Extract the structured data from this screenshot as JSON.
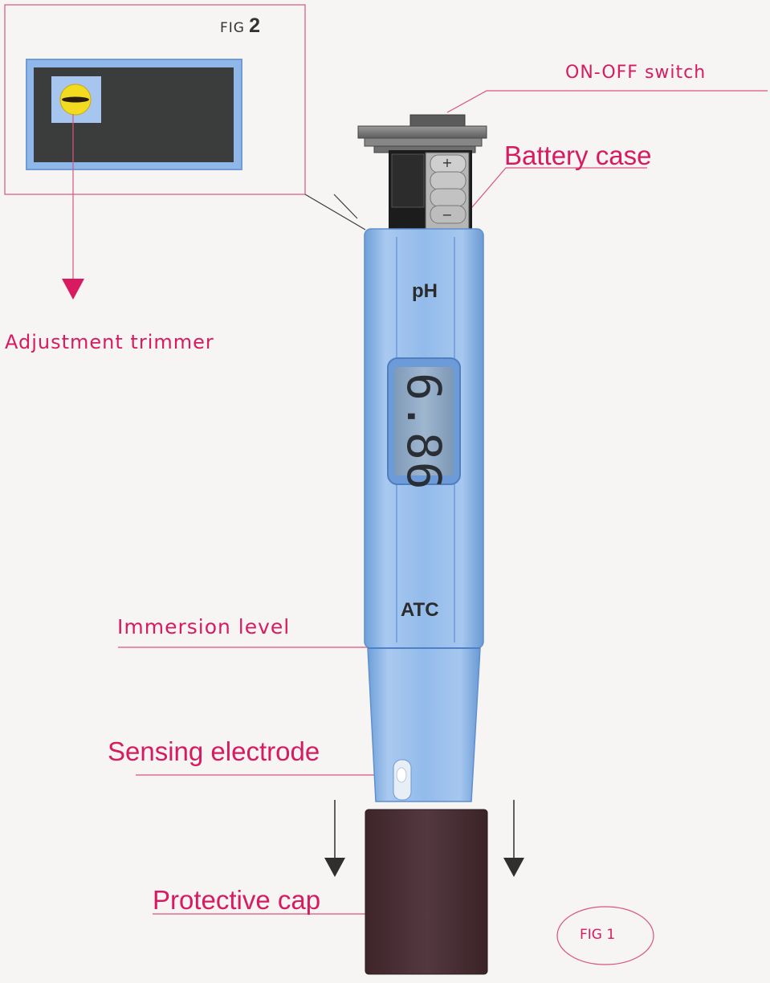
{
  "labels": {
    "fig2_prefix": "FIG",
    "fig2_number": "2",
    "on_off_switch": "ON-OFF switch",
    "battery_case": "Battery case",
    "adjustment_trimmer": "Adjustment trimmer",
    "immersion_level": "Immersion level",
    "sensing_electrode": "Sensing electrode",
    "protective_cap": "Protective cap",
    "fig1": "FIG 1"
  },
  "meter": {
    "unit_label": "pH",
    "lcd_reading": "6.86",
    "atc_label": "ATC",
    "battery_plus": "+",
    "battery_minus": "−"
  },
  "colors": {
    "accent_magenta": "#d81b60",
    "meter_blue": "#8fb9e8",
    "cap_brown": "#4a2f35",
    "trimmer_yellow": "#f3dc20"
  }
}
